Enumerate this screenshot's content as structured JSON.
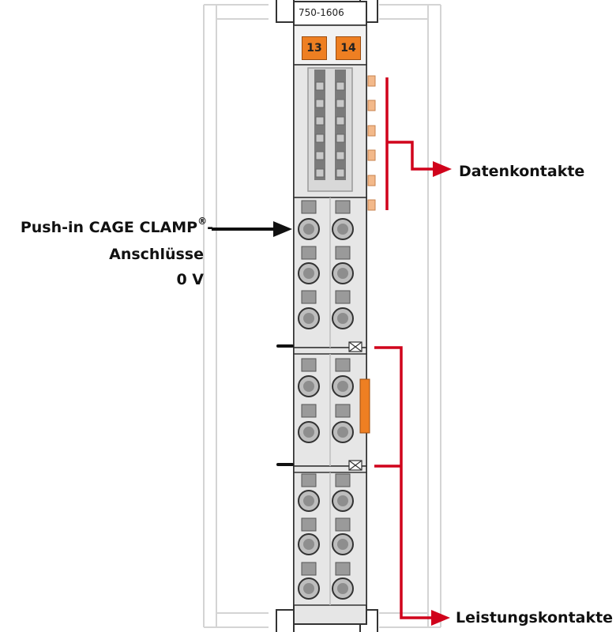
{
  "module": {
    "model": "750-1606",
    "terminal_numbers": [
      "13",
      "14"
    ]
  },
  "labels": {
    "push_in_line1": "Push-in CAGE CLAMP",
    "push_in_reg": "®",
    "push_in_dash": "-",
    "push_in_line2": "Anschlüsse",
    "push_in_line3": "0 V",
    "data_contacts": "Datenkontakte",
    "power_contacts": "Leistungskontakte"
  },
  "colors": {
    "module_body": "#e6e6e6",
    "module_outline": "#333333",
    "terminal_marker": "#ee7f22",
    "data_contact": "#f3b98a",
    "arrow_red": "#d0021b",
    "arrow_black": "#111111",
    "rail_outline": "#d4d4d4"
  }
}
